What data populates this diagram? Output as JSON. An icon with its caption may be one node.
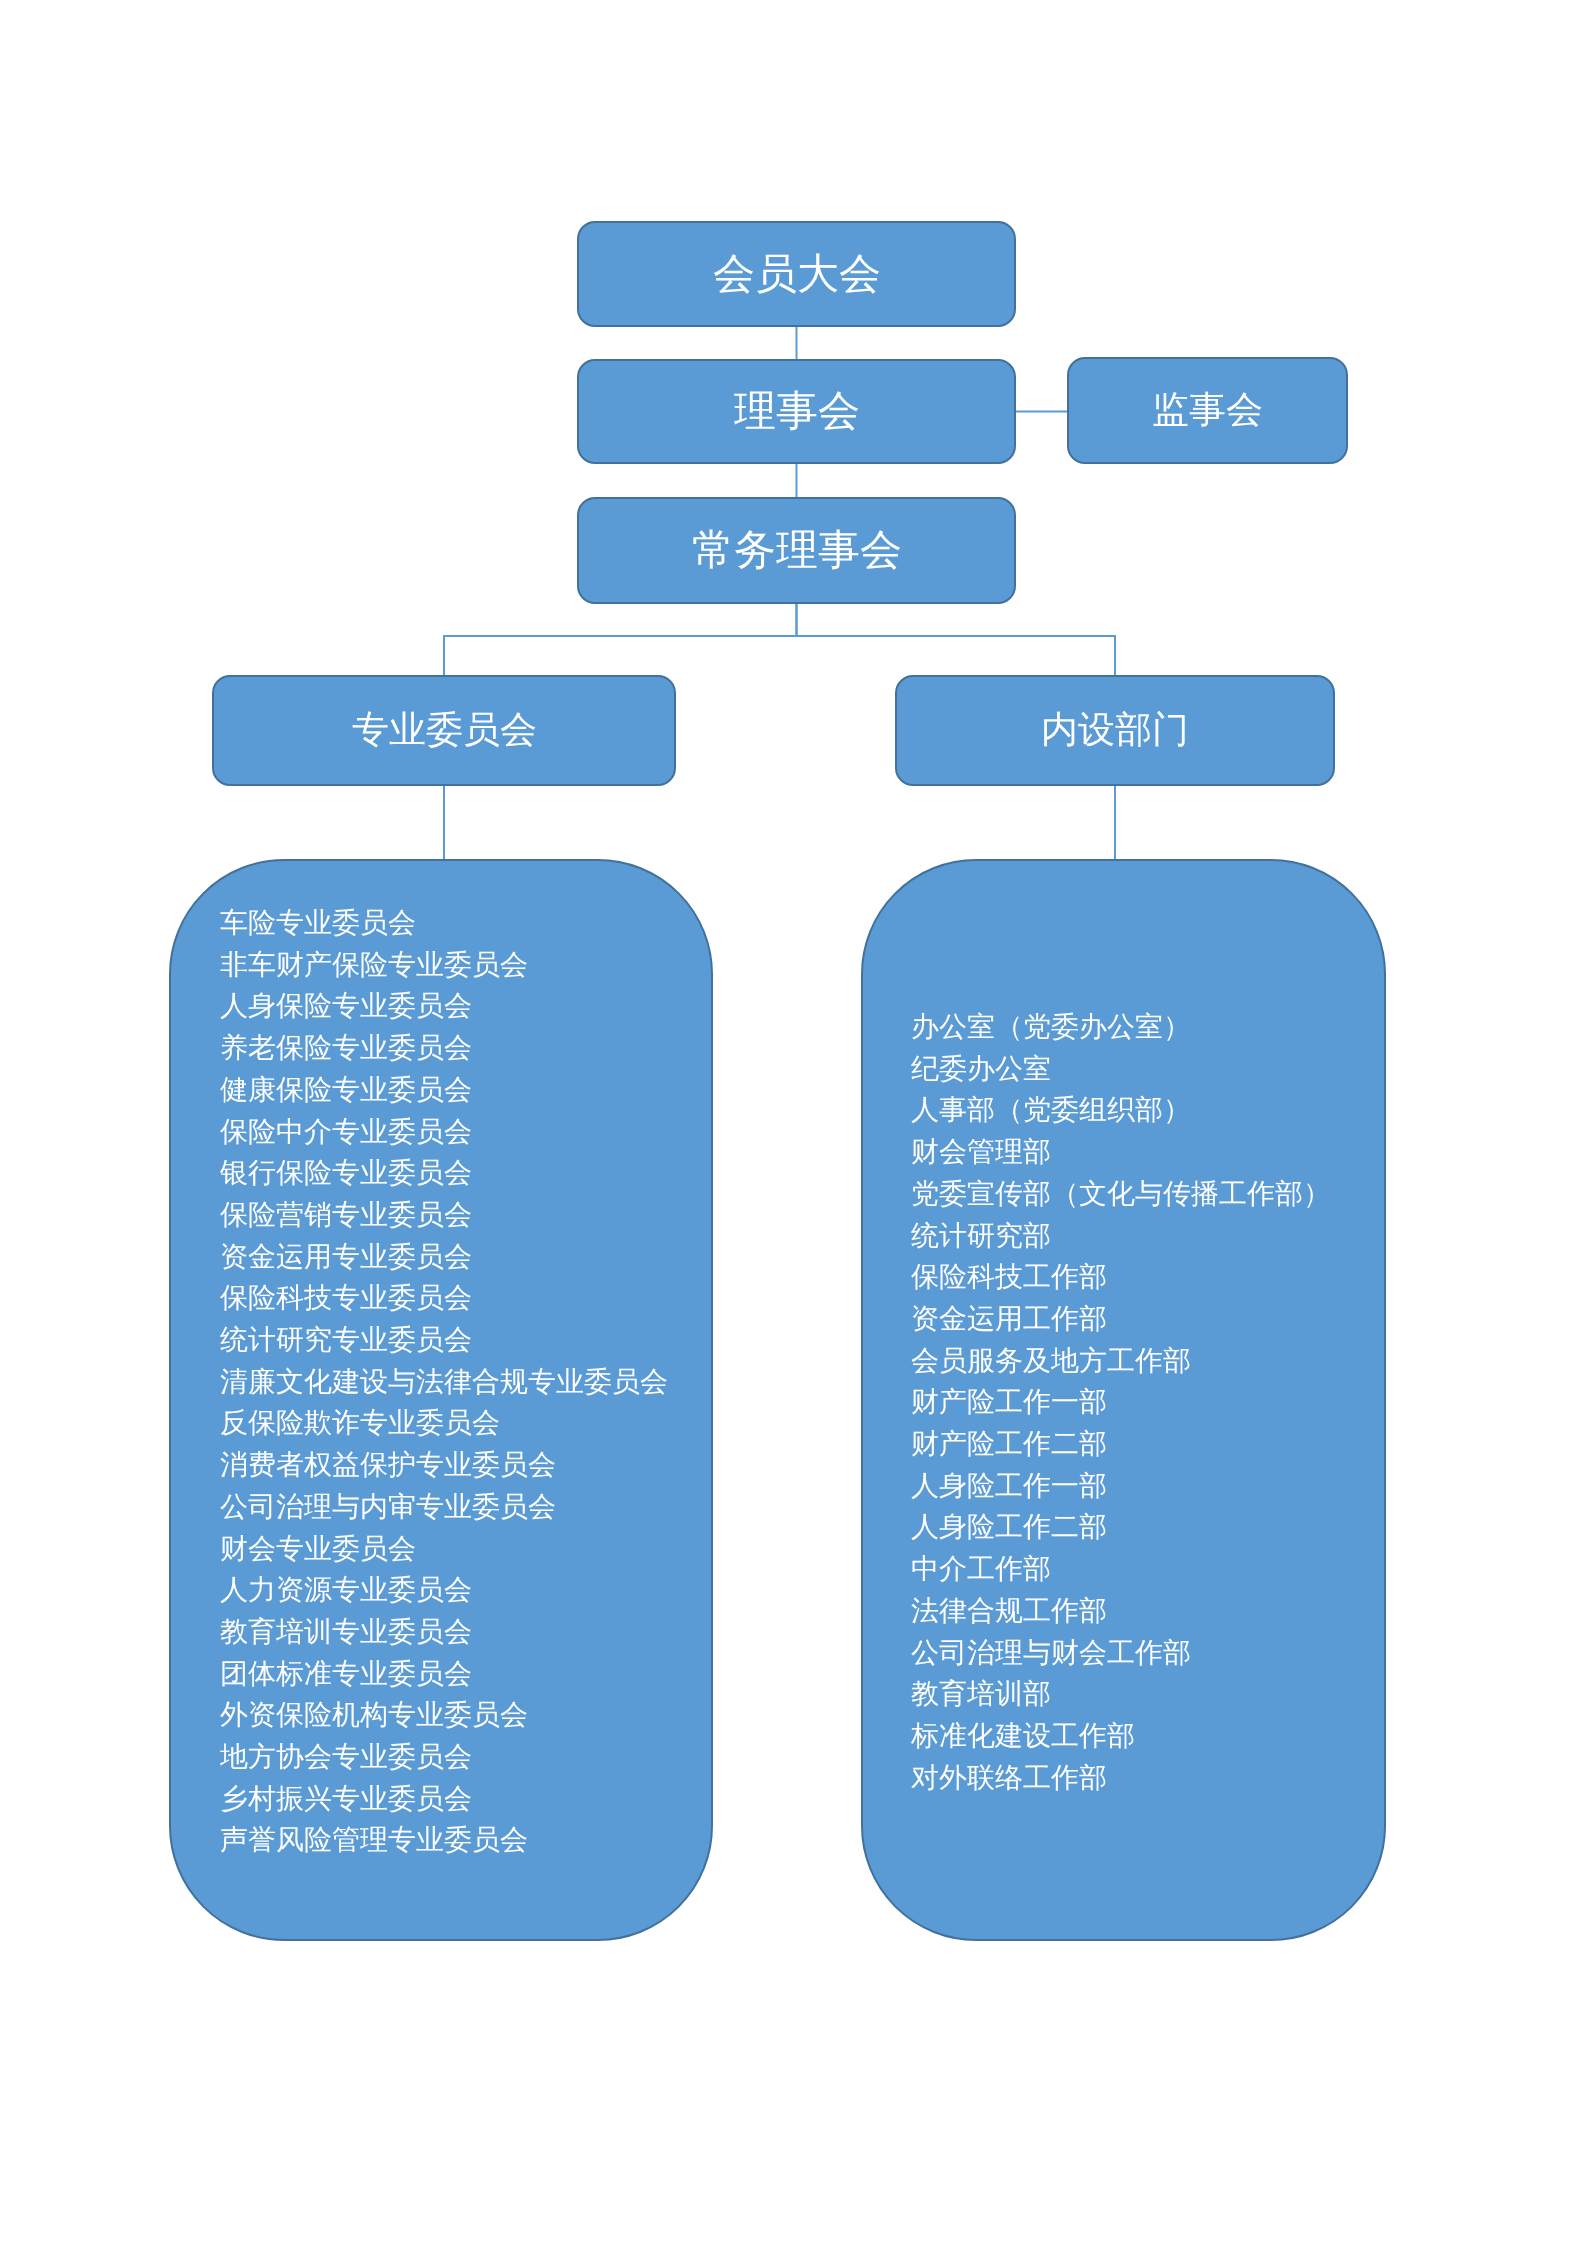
{
  "diagram": {
    "nodes": [
      {
        "text": [
          "会员大会"
        ]
      },
      {
        "text": [
          "理事会"
        ]
      },
      {
        "text": [
          "监事会"
        ]
      },
      {
        "text": [
          "常务理事会"
        ]
      },
      {
        "text": [
          "专业委员会"
        ]
      },
      {
        "text": [
          "内设部门"
        ]
      },
      {
        "text": [
          "车险专业委员会",
          "非车财产保险专业委员会",
          "人身保险专业委员会",
          "养老保险专业委员会",
          "健康保险专业委员会",
          "保险中介专业委员会",
          "银行保险专业委员会",
          "保险营销专业委员会",
          "资金运用专业委员会",
          "保险科技专业委员会",
          "统计研究专业委员会",
          "清廉文化建设与法律合规专业委员会",
          "反保险欺诈专业委员会",
          "消费者权益保护专业委员会",
          "公司治理与内审专业委员会",
          "财会专业委员会",
          "人力资源专业委员会",
          "教育培训专业委员会",
          "团体标准专业委员会",
          "外资保险机构专业委员会",
          "地方协会专业委员会",
          "乡村振兴专业委员会",
          "声誉风险管理专业委员会"
        ]
      },
      {
        "text": [
          "办公室（党委办公室）",
          "纪委办公室",
          "人事部（党委组织部）",
          "财会管理部",
          "党委宣传部（文化与传播工作部）",
          "统计研究部",
          "保险科技工作部",
          "资金运用工作部",
          "会员服务及地方工作部",
          "财产险工作一部",
          "财产险工作二部",
          "人身险工作一部",
          "人身险工作二部",
          "中介工作部",
          "法律合规工作部",
          "公司治理与财会工作部",
          "教育培训部",
          "标准化建设工作部",
          "对外联络工作部"
        ]
      }
    ],
    "edges": [
      {
        "from": 0,
        "to": 1,
        "arrow": "none"
      },
      {
        "from": 1,
        "to": 2,
        "arrow": "none"
      },
      {
        "from": 1,
        "to": 3,
        "arrow": "none"
      },
      {
        "from": 3,
        "to": 4,
        "arrow": "none"
      },
      {
        "from": 3,
        "to": 5,
        "arrow": "none"
      },
      {
        "from": 4,
        "to": 6,
        "arrow": "none"
      },
      {
        "from": 5,
        "to": 7,
        "arrow": "none"
      }
    ]
  }
}
